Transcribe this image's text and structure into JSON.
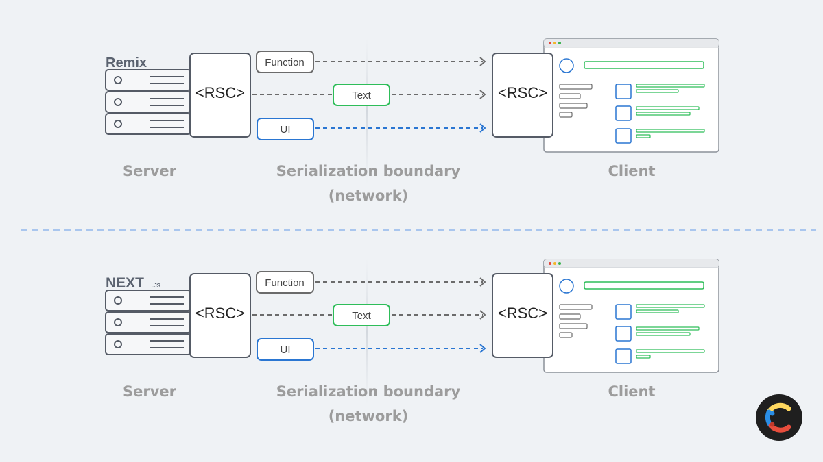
{
  "divider_color": "#a9c6ee",
  "badge": {
    "icon": "contentful-logo-icon"
  },
  "panels": [
    {
      "logo": {
        "text": "Remix",
        "sub": ""
      },
      "server_component": "<RSC>",
      "client_component": "<RSC>",
      "payloads": [
        {
          "label": "Function",
          "kind": "function",
          "color": "#6b6b6b"
        },
        {
          "label": "Text",
          "kind": "text",
          "color": "#2ebd59"
        },
        {
          "label": "UI",
          "kind": "ui",
          "color": "#2a76d2"
        }
      ],
      "labels": {
        "server": "Server",
        "boundary_line1": "Serialization boundary",
        "boundary_line2": "(network)",
        "client": "Client"
      }
    },
    {
      "logo": {
        "text": "NEXT",
        "sub": ".JS"
      },
      "server_component": "<RSC>",
      "client_component": "<RSC>",
      "payloads": [
        {
          "label": "Function",
          "kind": "function",
          "color": "#6b6b6b"
        },
        {
          "label": "Text",
          "kind": "text",
          "color": "#2ebd59"
        },
        {
          "label": "UI",
          "kind": "ui",
          "color": "#2a76d2"
        }
      ],
      "labels": {
        "server": "Server",
        "boundary_line1": "Serialization boundary",
        "boundary_line2": "(network)",
        "client": "Client"
      }
    }
  ]
}
